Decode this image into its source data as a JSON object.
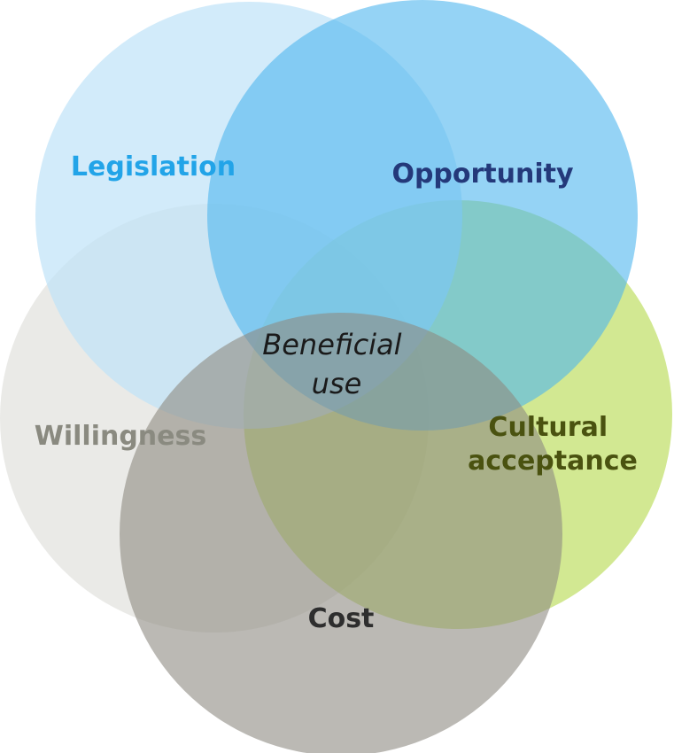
{
  "diagram": {
    "type": "venn",
    "center": {
      "lines": [
        "Beneficial",
        "use"
      ]
    },
    "sets": [
      {
        "id": "legislation",
        "label_lines": [
          "Legislation"
        ],
        "fill": "#bfe3f8",
        "label_color": "#22a4e8"
      },
      {
        "id": "opportunity",
        "label_lines": [
          "Opportunity"
        ],
        "fill": "#4fb5ef",
        "label_color": "#24397a"
      },
      {
        "id": "willingness",
        "label_lines": [
          "Willingness"
        ],
        "fill": "#d9d8d4",
        "label_color": "#8a8a80"
      },
      {
        "id": "cultural-acceptance",
        "label_lines": [
          "Cultural",
          "acceptance"
        ],
        "fill": "#b4d84a",
        "label_color": "#4a5210"
      },
      {
        "id": "cost",
        "label_lines": [
          "Cost"
        ],
        "fill": "#8d8a82",
        "label_color": "#2e2e2e"
      }
    ]
  }
}
